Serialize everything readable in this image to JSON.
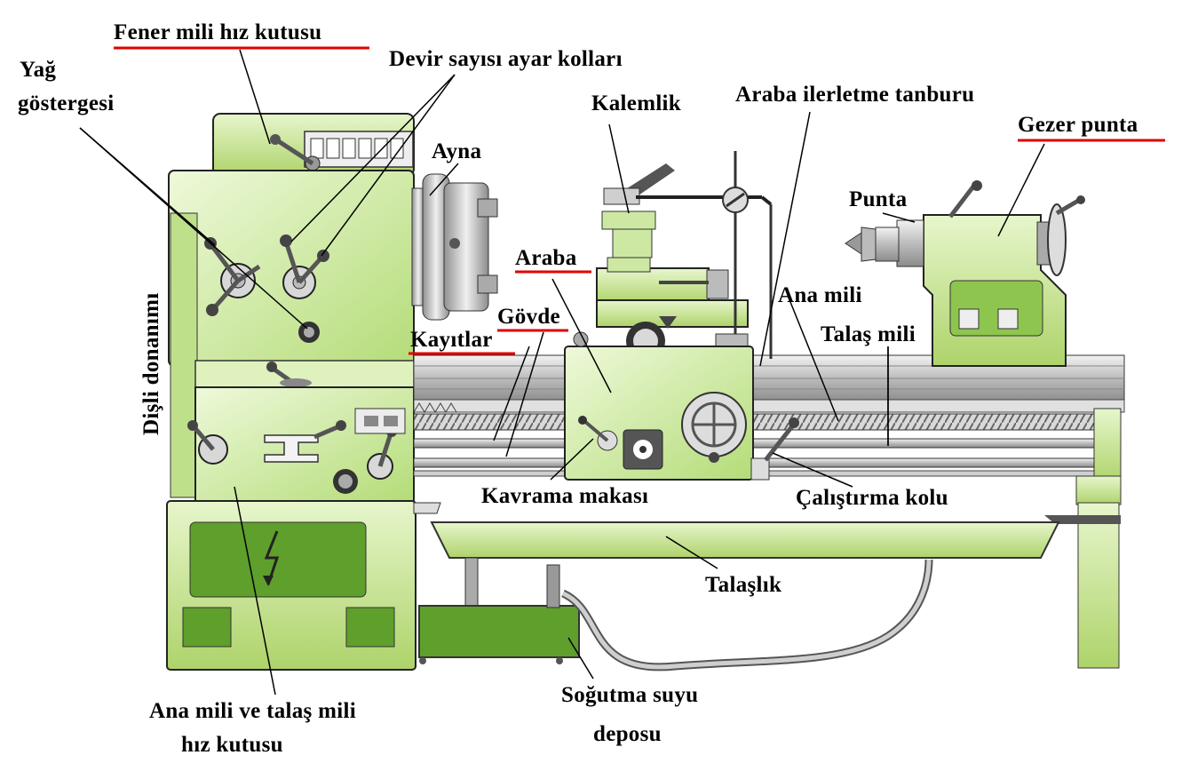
{
  "labels": {
    "fener_mili": "Fener mili hız kutusu",
    "devir": "Devir sayısı ayar kolları",
    "yag_1": "Yağ",
    "yag_2": "göstergesi",
    "ayna": "Ayna",
    "kalemlik": "Kalemlik",
    "araba_ilerletme": "Araba ilerletme tanburu",
    "gezer_punta": "Gezer punta",
    "punta": "Punta",
    "disli": "Dişli donanımı",
    "araba": "Araba",
    "ana_mili": "Ana mili",
    "govde": "Gövde",
    "talas_mili": "Talaş mili",
    "kayitlar": "Kayıtlar",
    "kavrama": "Kavrama makası",
    "calistirma": "Çalıştırma kolu",
    "talaslik": "Talaşlık",
    "ana_talas_1": "Ana mili ve talaş mili",
    "ana_talas_2": "hız kutusu",
    "sogutma_1": "Soğutma suyu",
    "sogutma_2": "deposu"
  },
  "colors": {
    "machine_light": "#e3f5c6",
    "machine_mid": "#c6e68e",
    "machine_dark": "#6aa83a",
    "machine_deep": "#4c8a28",
    "steel": "#bdbdbd",
    "underline": "#e00000"
  }
}
